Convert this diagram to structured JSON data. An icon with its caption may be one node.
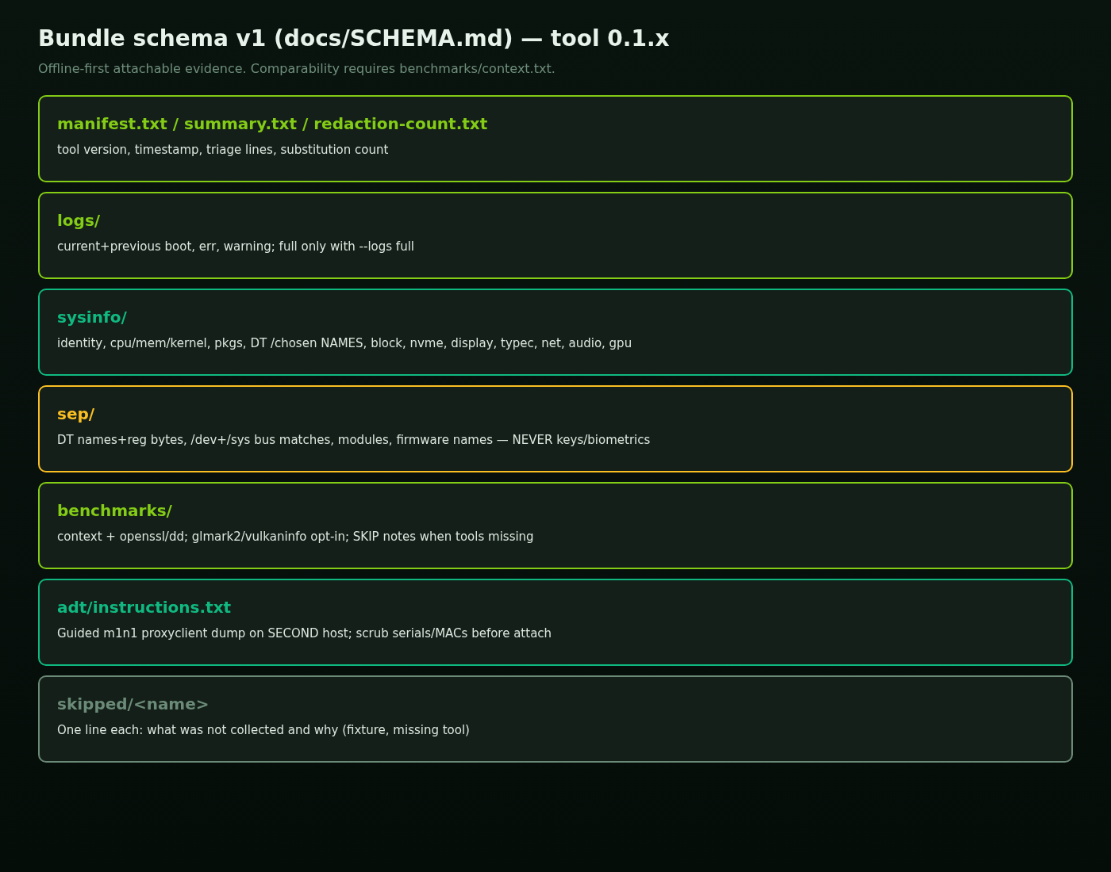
{
  "diagram": {
    "title": "Bundle schema v1 (docs/SCHEMA.md) — tool 0.1.x",
    "nodes": [
      {
        "text": [
          "manifest.txt / summary.txt / redaction-count.txt",
          "tool version, timestamp, triage lines, substitution count"
        ]
      },
      {
        "text": [
          "logs/",
          "current+previous boot, err, warning; full only with --logs full"
        ]
      },
      {
        "text": [
          "sysinfo/",
          "identity, cpu/mem/kernel, pkgs, DT /chosen NAMES, block, nvme, display, typec, net, audio, gpu"
        ]
      },
      {
        "text": [
          "sep/",
          "DT names+reg bytes, /dev+/sys bus matches, modules, firmware names — NEVER keys/biometrics"
        ]
      },
      {
        "text": [
          "benchmarks/",
          "context + openssl/dd; glmark2/vulkaninfo opt-in; SKIP notes when tools missing"
        ]
      },
      {
        "text": [
          "adt/instructions.txt",
          "Guided m1n1 proxyclient dump on SECOND host; scrub serials/MACs before attach"
        ]
      },
      {
        "text": [
          "skipped/<name>",
          "One line each: what was not collected and why (fixture, missing tool)"
        ]
      }
    ],
    "labels": [
      "Offline-first attachable evidence. Comparability requires benchmarks/context.txt."
    ]
  }
}
